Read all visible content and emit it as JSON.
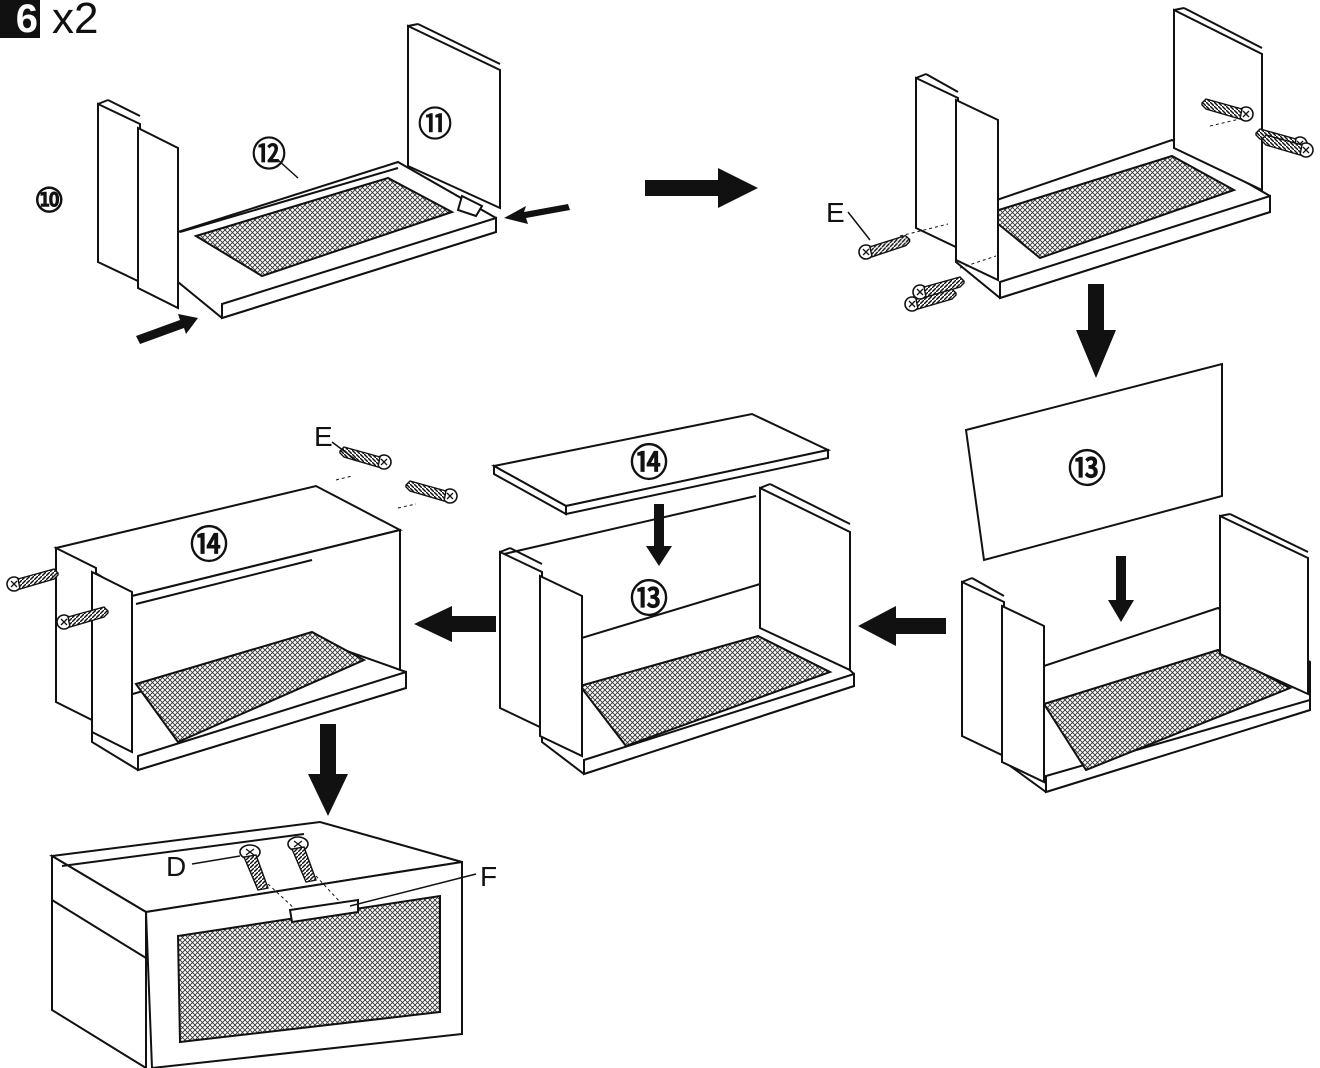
{
  "header": {
    "step_number": "6",
    "quantity": "x2"
  },
  "parts": {
    "p10": "⑩",
    "p11": "⑪",
    "p12": "⑫",
    "p13": "⑬",
    "p14": "⑭"
  },
  "hardware": {
    "E": "E",
    "D": "D",
    "F": "F"
  },
  "icons": [
    "arrow-icon",
    "screw-icon"
  ],
  "colors": {
    "ink": "#111111",
    "paper": "#ffffff",
    "mesh": "#6a6a6a"
  }
}
